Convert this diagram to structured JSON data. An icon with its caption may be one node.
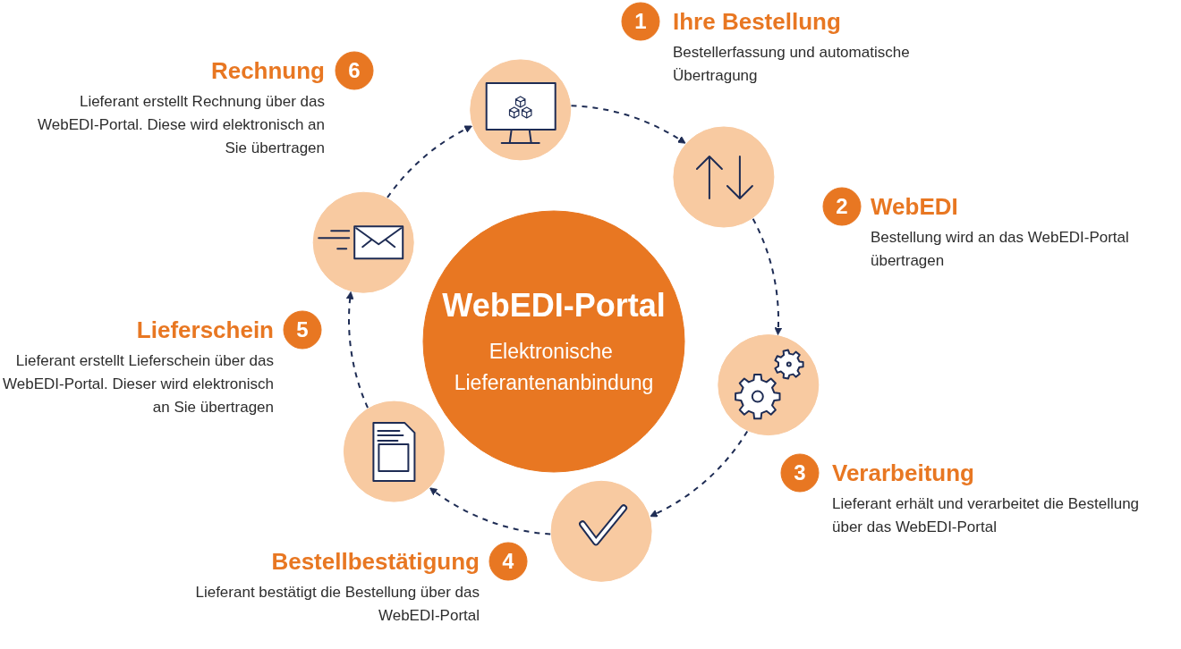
{
  "diagram": {
    "nodes": [
      {
        "text": [
          "WebEDI-Portal",
          "Elektronische Lieferantenanbindung"
        ]
      },
      {
        "text": [],
        "shape": "circle"
      },
      {
        "text": [
          "1"
        ],
        "beside": [
          "Ihre Bestellung",
          "Bestellerfassung und automatische Übertragung"
        ]
      },
      {
        "text": [],
        "shape": "circle"
      },
      {
        "text": [
          "2"
        ],
        "beside": [
          "WebEDI",
          "Bestellung wird an das WebEDI-Portal übertragen"
        ]
      },
      {
        "text": [],
        "shape": "circle"
      },
      {
        "text": [
          "3"
        ],
        "beside": [
          "Verarbeitung",
          "Lieferant erhält und verarbeitet die Bestellung über das WebEDI-Portal"
        ]
      },
      {
        "text": [],
        "shape": "circle"
      },
      {
        "text": [
          "4"
        ],
        "beside": [
          "Bestellbestätigung",
          "Lieferant bestätigt die Bestellung über das WebEDI-Portal"
        ]
      },
      {
        "text": [],
        "shape": "circle"
      },
      {
        "text": [
          "5"
        ],
        "beside": [
          "Lieferschein",
          "Lieferant erstellt Lieferschein über das WebEDI-Portal. Dieser wird elektronisch an Sie übertragen"
        ]
      },
      {
        "text": [],
        "shape": "circle"
      },
      {
        "text": [
          "6"
        ],
        "beside": [
          "Rechnung",
          "Lieferant erstellt Rechnung über das WebEDI-Portal. Diese wird elektronisch an Sie übertragen"
        ]
      }
    ],
    "edges": [
      {
        "from": 1,
        "to": 3,
        "arrow": "to",
        "style": "dashed"
      },
      {
        "from": 3,
        "to": 5,
        "arrow": "to",
        "style": "dashed"
      },
      {
        "from": 5,
        "to": 7,
        "arrow": "to",
        "style": "dashed"
      },
      {
        "from": 7,
        "to": 9,
        "arrow": "to",
        "style": "dashed"
      },
      {
        "from": 9,
        "to": 11,
        "arrow": "to",
        "style": "dashed"
      },
      {
        "from": 11,
        "to": 1,
        "arrow": "to",
        "style": "dashed"
      }
    ]
  }
}
